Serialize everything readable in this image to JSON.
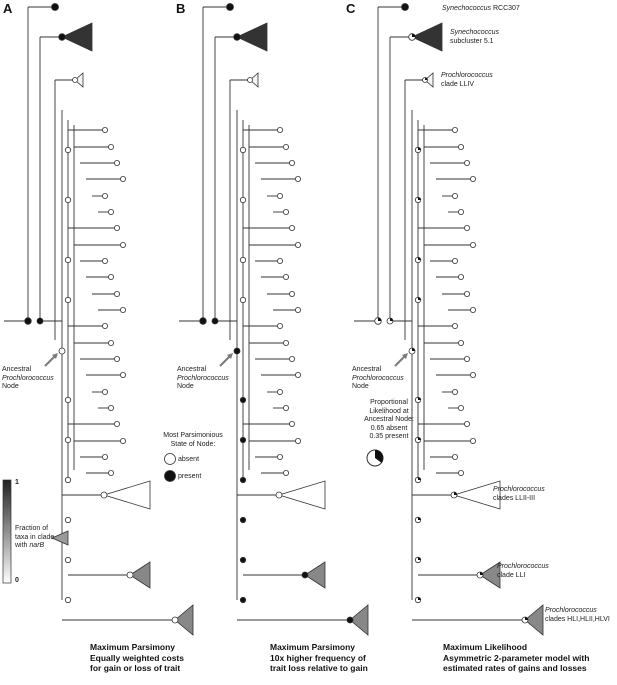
{
  "panels": [
    {
      "letter": "A",
      "caption": [
        "Maximum Parsimony",
        "Equally weighted costs",
        "for gain or loss of trait"
      ],
      "ancestral": {
        "line1": "Ancestral",
        "line2": "Prochlorococcus",
        "line3": "Node"
      }
    },
    {
      "letter": "B",
      "caption": [
        "Maximum Parsimony",
        "10x higher frequency of",
        "trait loss relative to gain"
      ],
      "ancestral": {
        "line1": "Ancestral",
        "line2": "Prochlorococcus",
        "line3": "Node"
      }
    },
    {
      "letter": "C",
      "caption": [
        "Maximum Likelihood",
        "Asymmetric 2-parameter model with",
        "estimated rates of gains and losses"
      ],
      "ancestral": {
        "line1": "Ancestral",
        "line2": "Prochlorococcus",
        "line3": "Node"
      }
    }
  ],
  "clade_labels": {
    "syn_rcc": {
      "italic": "Synechococcus",
      "rest": " RCC307"
    },
    "syn_sub": {
      "italic": "Synechococcus",
      "rest": "subcluster 5.1"
    },
    "llIV": {
      "italic": "Prochlorococcus",
      "rest": "clade LLIV"
    },
    "llII": {
      "italic": "Prochlorococcus",
      "rest": "clades LLII-III"
    },
    "llI": {
      "italic": "Prochlorococcus",
      "rest": "clade LLI"
    },
    "hl": {
      "italic": "Prochlorococcus",
      "rest": "clades HLI,HLII,HLVI"
    }
  },
  "likelihood_note": [
    "Proportional",
    "Likelihood at",
    "Ancestral Node:",
    "0.65 absent",
    "0.35 present"
  ],
  "likelihood_values": {
    "absent": 0.65,
    "present": 0.35
  },
  "legend_state": {
    "title": [
      "Most Parsimonious",
      "State of Node:"
    ],
    "absent": "absent",
    "present": "present"
  },
  "legend_fraction": {
    "top": "1",
    "bottom": "0",
    "text": [
      "Fraction of",
      "taxa in clade",
      "with "
    ],
    "gene": "narB"
  },
  "colors": {
    "line": "#333333",
    "present": "#111111",
    "absent": "#ffffff",
    "arrow": "#7a7a7a"
  }
}
